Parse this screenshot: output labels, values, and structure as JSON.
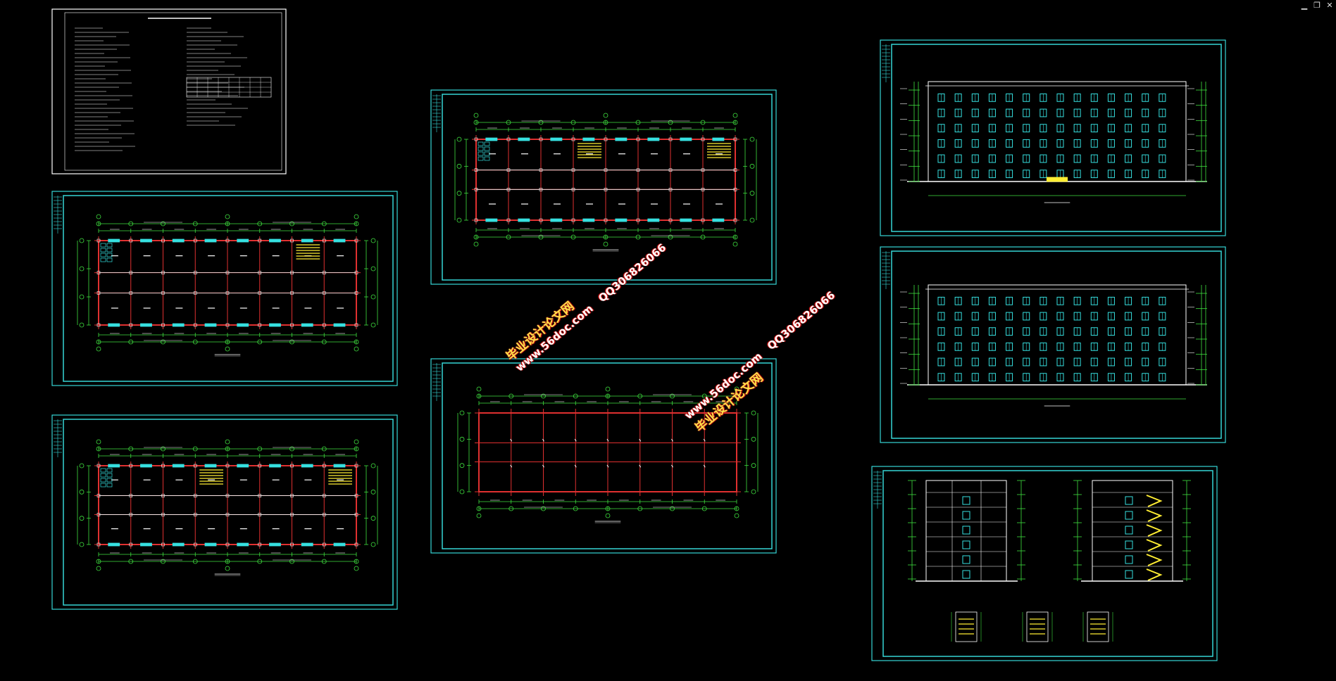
{
  "window": {
    "minimize_glyph": "▁",
    "restore_glyph": "❐",
    "close_glyph": "✕"
  },
  "watermarks": [
    {
      "site": "www.56doc.com",
      "qq": "QQ306826066",
      "slogan": "毕业设计论文网"
    },
    {
      "site": "www.56doc.com",
      "qq": "QQ306826066",
      "slogan": "毕业设计论文网"
    }
  ],
  "colors": {
    "background": "#000000",
    "frame": "#35d6d6",
    "grid": "#e03030",
    "dim": "#3fe03f",
    "window": "#36e0e0",
    "stair": "#ffee33",
    "text": "#ffffff"
  },
  "icons": {
    "minimize": "minimize-icon",
    "restore": "restore-icon",
    "close": "close-icon"
  }
}
